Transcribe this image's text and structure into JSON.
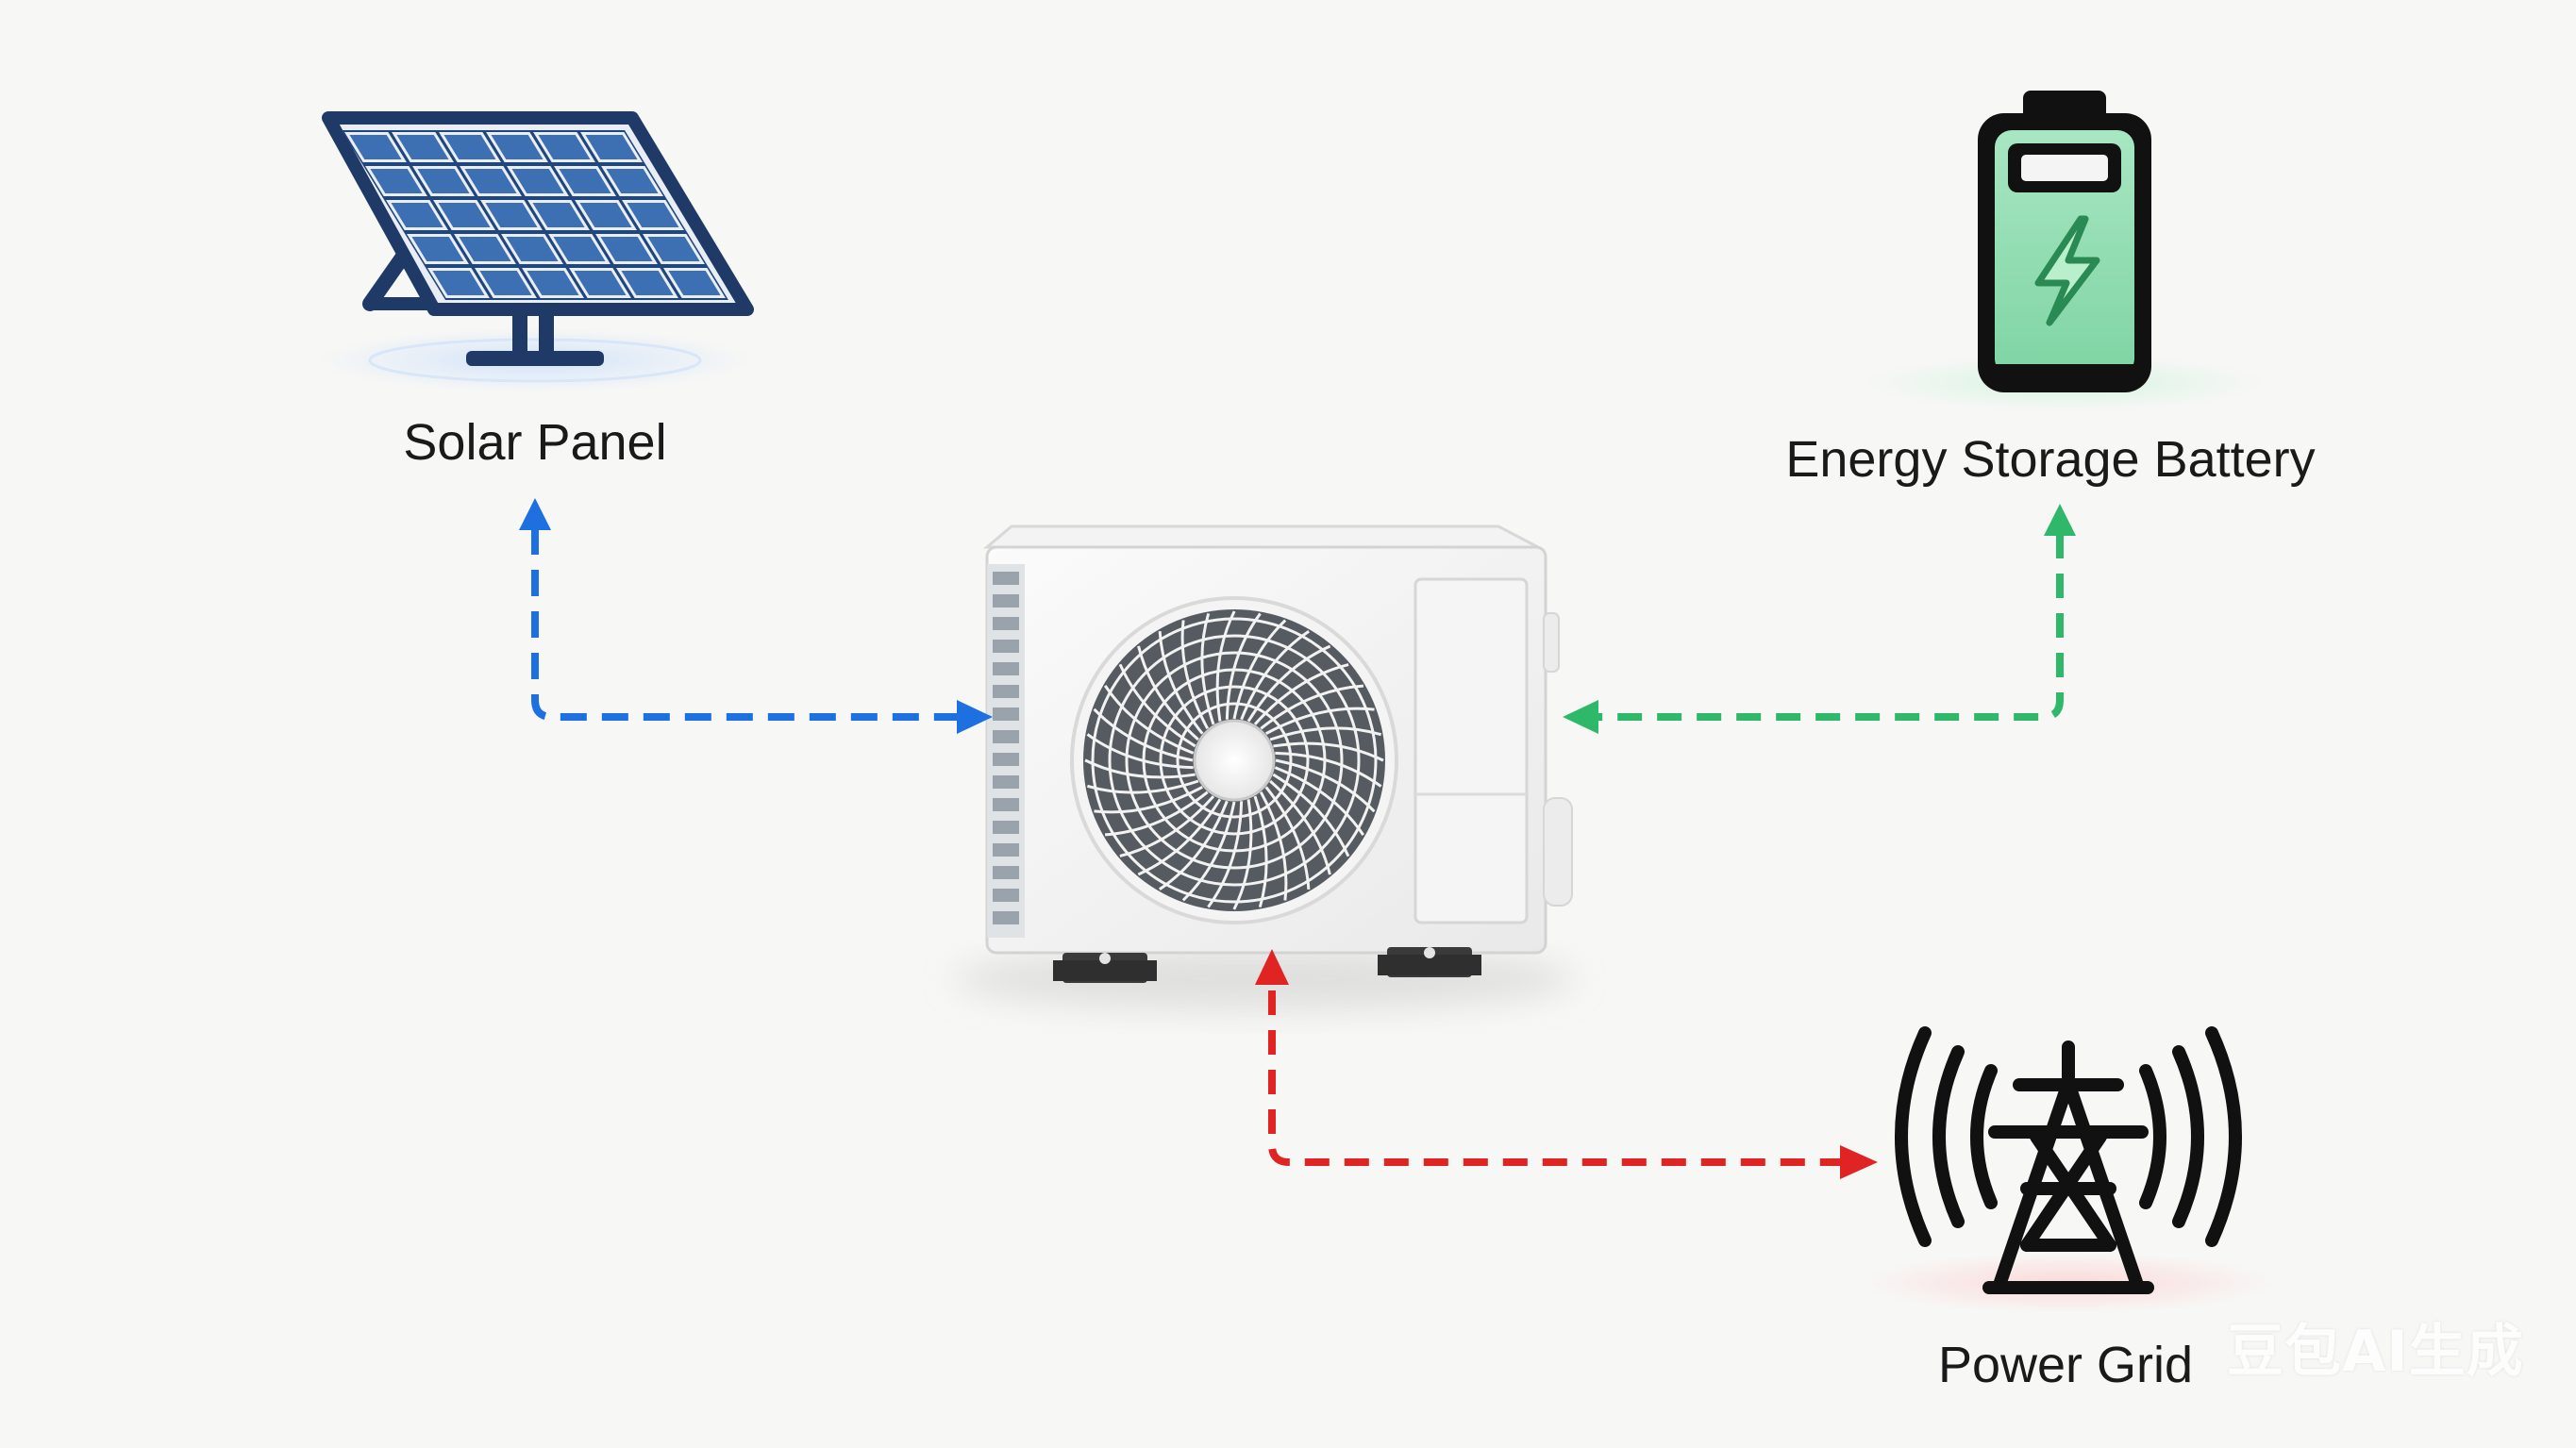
{
  "nodes": {
    "solar": {
      "label": "Solar Panel",
      "icon": "solar-panel-icon",
      "color": "#1e6fe0"
    },
    "battery": {
      "label": "Energy Storage Battery",
      "icon": "battery-charging-icon",
      "color": "#2fb86a"
    },
    "grid": {
      "label": "Power Grid",
      "icon": "transmission-tower-icon",
      "color": "#e02424"
    },
    "unit": {
      "icon": "air-conditioner-outdoor-unit-icon"
    }
  },
  "connections": [
    {
      "from": "unit",
      "to": "solar",
      "style": "dashed",
      "bidirectional": true,
      "color": "#1e6fe0"
    },
    {
      "from": "unit",
      "to": "battery",
      "style": "dashed",
      "bidirectional": true,
      "color": "#2fb86a"
    },
    {
      "from": "unit",
      "to": "grid",
      "style": "dashed",
      "bidirectional": true,
      "color": "#e02424"
    }
  ],
  "watermark": "豆包AI生成"
}
